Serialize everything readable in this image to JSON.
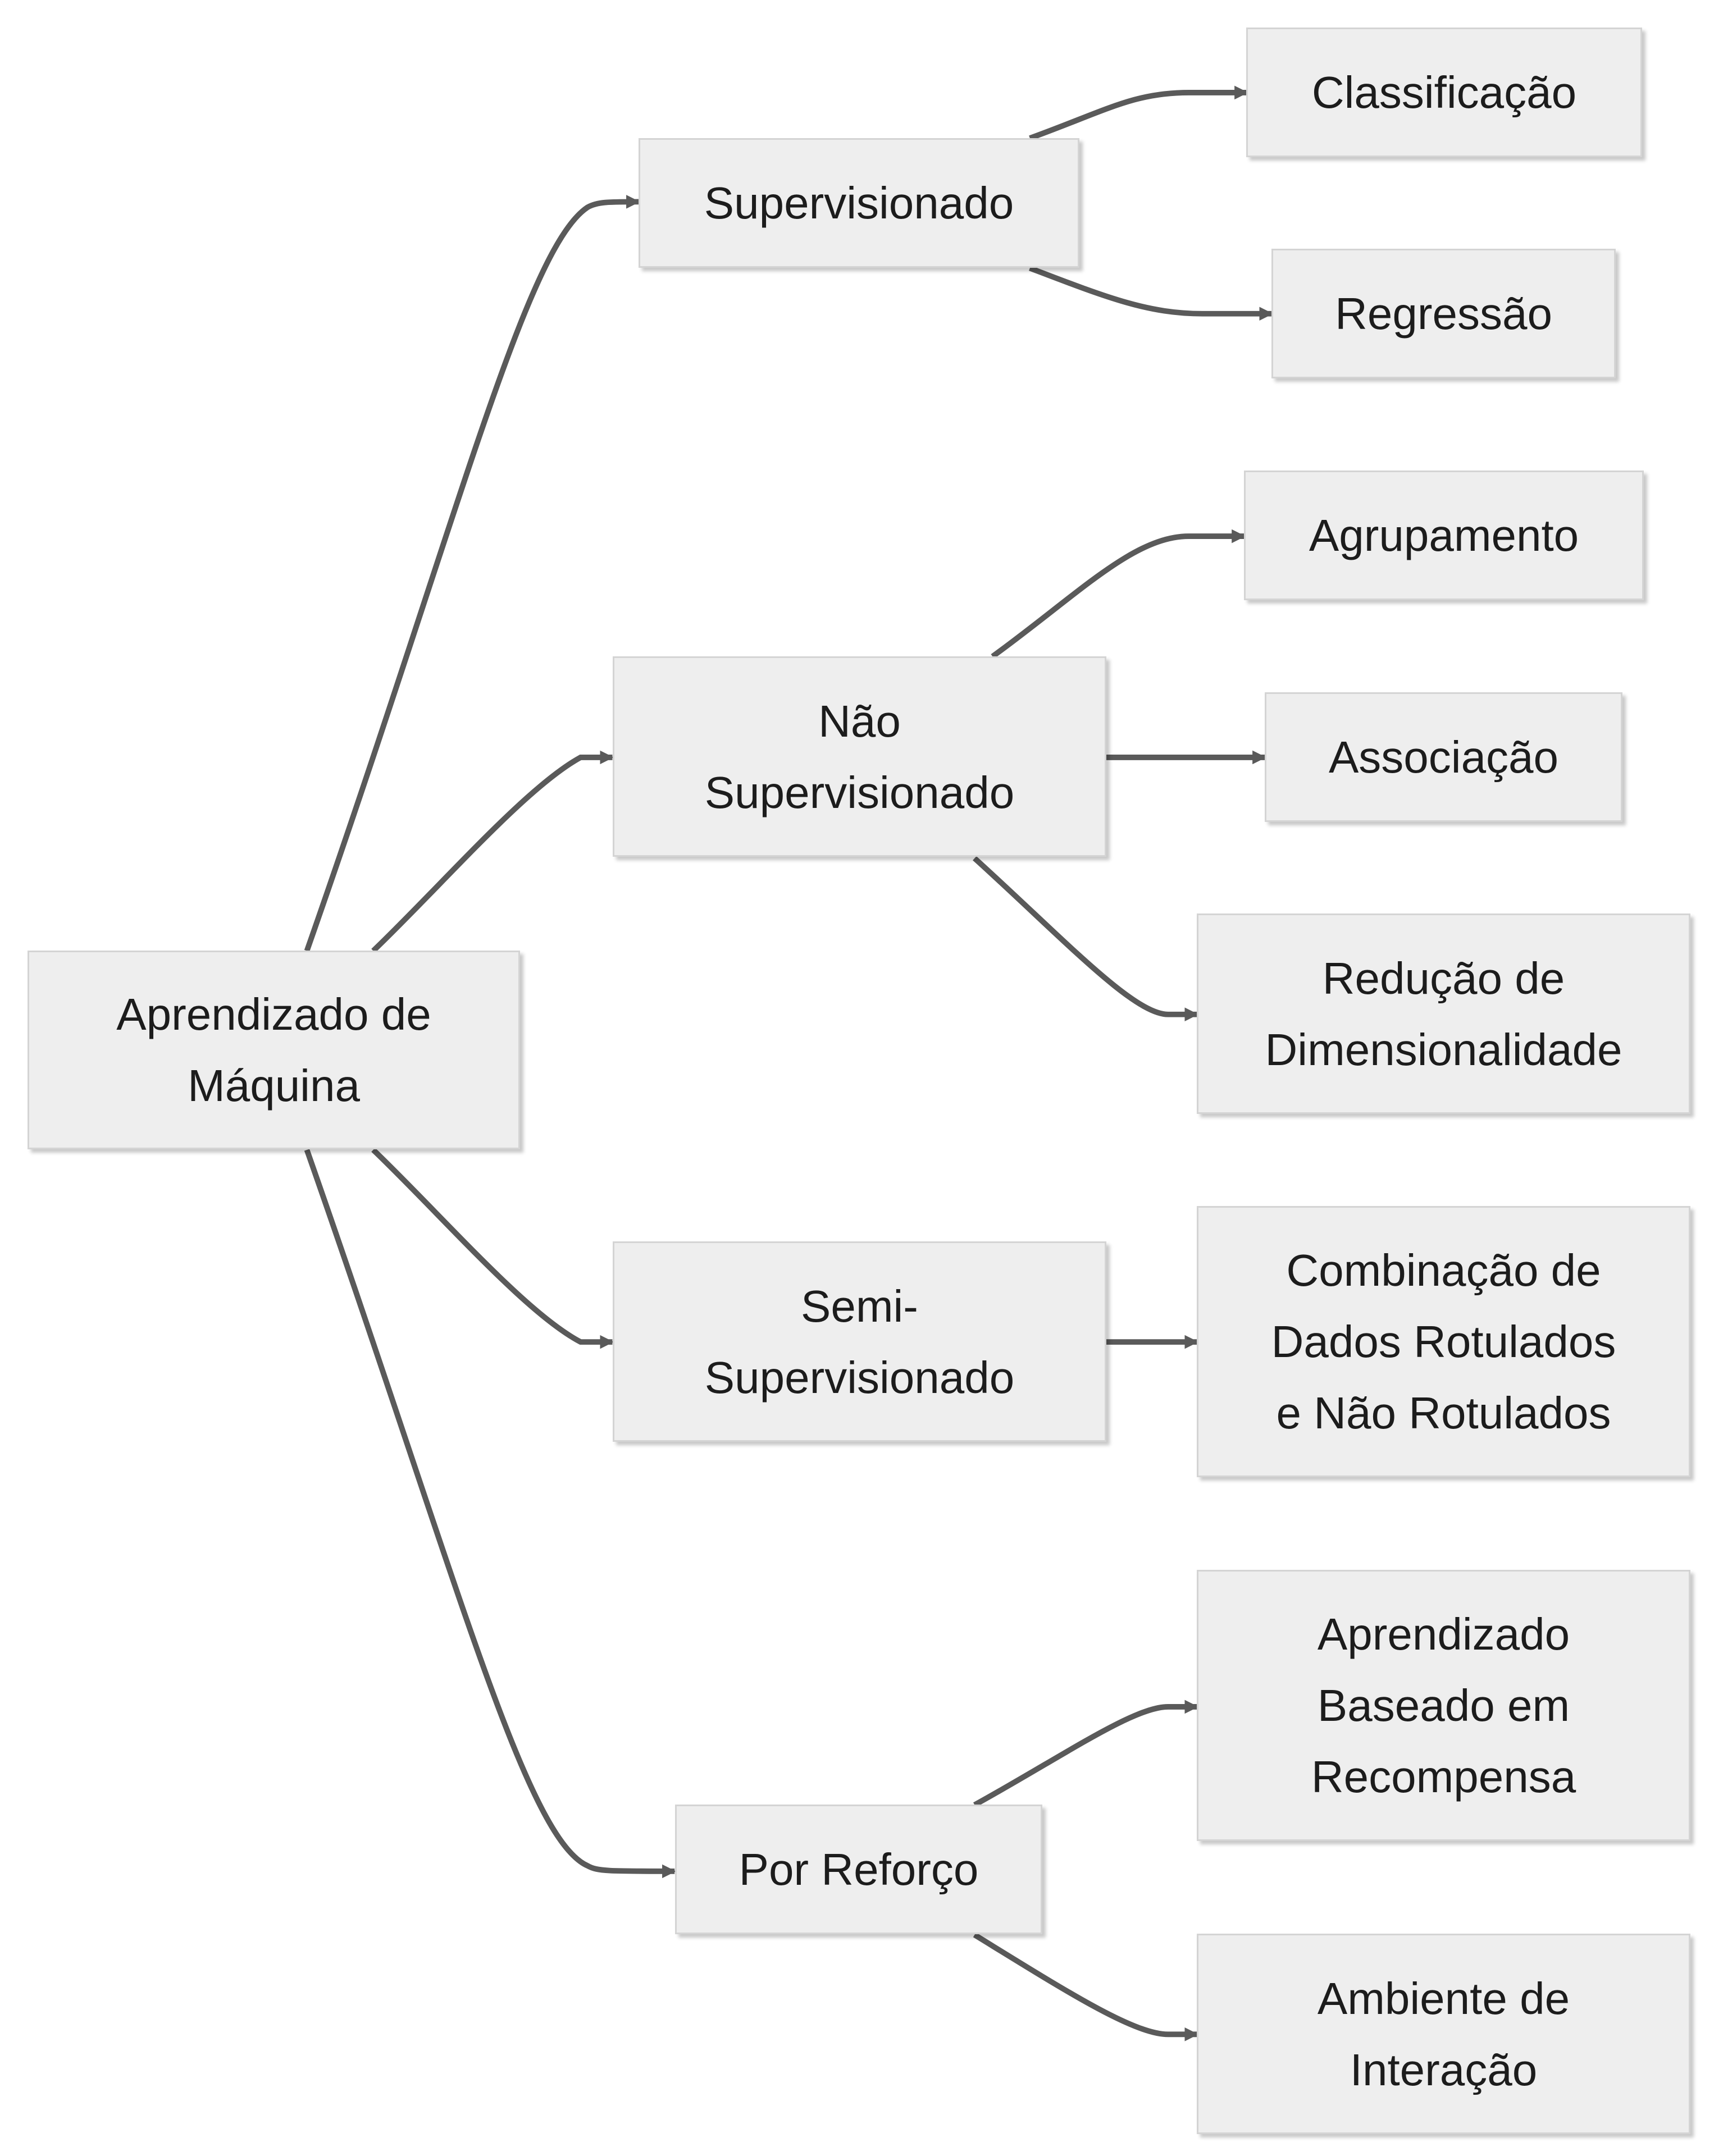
{
  "nodes": {
    "root": "Aprendizado de\nMáquina",
    "supervised": "Supervisionado",
    "unsupervised": "Não\nSupervisionado",
    "semi": "Semi-\nSupervisionado",
    "reinforcement": "Por Reforço",
    "classification": "Classificação",
    "regression": "Regressão",
    "clustering": "Agrupamento",
    "association": "Associação",
    "dim_reduction": "Redução de\nDimensionalidade",
    "labeled_mix": "Combinação de\nDados Rotulados\ne Não Rotulados",
    "reward": "Aprendizado\nBaseado em\nRecompensa",
    "environment": "Ambiente de\nInteração"
  },
  "edges": [
    [
      "root",
      "supervised"
    ],
    [
      "root",
      "unsupervised"
    ],
    [
      "root",
      "semi"
    ],
    [
      "root",
      "reinforcement"
    ],
    [
      "supervised",
      "classification"
    ],
    [
      "supervised",
      "regression"
    ],
    [
      "unsupervised",
      "clustering"
    ],
    [
      "unsupervised",
      "association"
    ],
    [
      "unsupervised",
      "dim_reduction"
    ],
    [
      "semi",
      "labeled_mix"
    ],
    [
      "reinforcement",
      "reward"
    ],
    [
      "reinforcement",
      "environment"
    ]
  ]
}
